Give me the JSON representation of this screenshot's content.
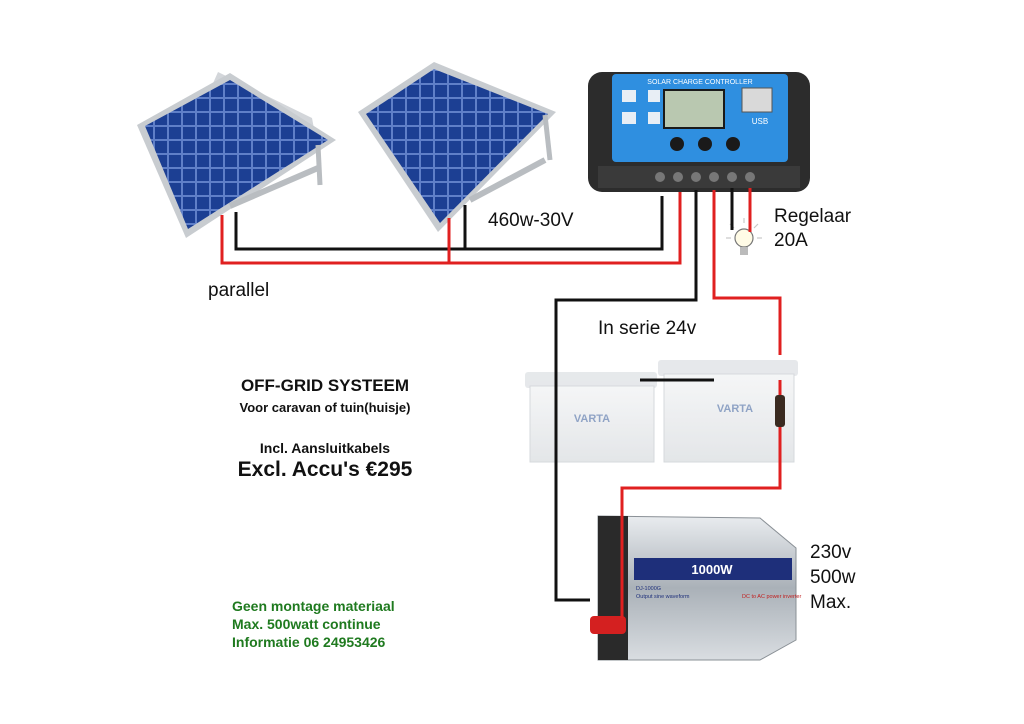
{
  "wiring": {
    "array_label": "460w-30V",
    "controller_label_1": "Regelaar",
    "controller_label_2": "20A",
    "parallel_label": "parallel",
    "series_label": "In serie 24v",
    "inverter_label_1": "230v",
    "inverter_label_2": "500w",
    "inverter_label_3": "Max."
  },
  "controller": {
    "title": "SOLAR CHARGE CONTROLLER",
    "usb_label": "USB"
  },
  "batteries": {
    "brand": "VARTA"
  },
  "inverter": {
    "model_text": "1000W",
    "model_code": "DJ-1000G",
    "subtitle_left": "Output sine waveform",
    "subtitle_right": "DC to AC power inverter"
  },
  "offer": {
    "title": "OFF-GRID SYSTEEM",
    "subtitle": "Voor caravan of tuin(huisje)",
    "cables": "Incl. Aansluitkabels",
    "price": "Excl. Accu's €295"
  },
  "notes": [
    "Geen montage materiaal",
    "Max. 500watt continue",
    "Informatie 06 24953426"
  ],
  "colors": {
    "negative_wire": "#111111",
    "positive_wire": "#e02020",
    "panel_cells": "#1c3f93",
    "controller_body": "#2c2c2c",
    "controller_face": "#2f8fe0",
    "green_text": "#1f7a1f"
  }
}
